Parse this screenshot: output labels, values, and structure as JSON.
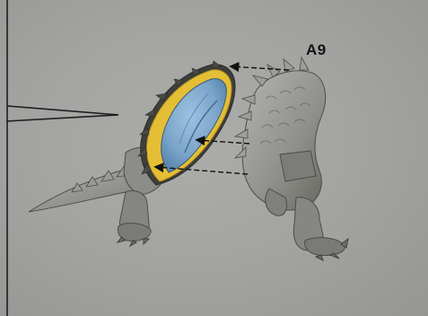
{
  "step": {
    "label": "A9"
  },
  "colors": {
    "background": "#a4a4a2",
    "panel_line": "#1e1e1e",
    "model_grey": "#8c8c88",
    "model_shadow": "#5a5a56",
    "inner_blue": "#7fa9cc",
    "rim_yellow": "#e7c23a",
    "arrow": "#111111"
  },
  "parts": [
    {
      "name": "tail-section",
      "color": "model_grey"
    },
    {
      "name": "back-armor-plate",
      "color": "inner_blue"
    },
    {
      "name": "dragon-torso",
      "color": "model_grey"
    }
  ],
  "arrows": [
    {
      "name": "assembly-arrow-top",
      "style": "dashed"
    },
    {
      "name": "assembly-arrow-middle",
      "style": "dashed"
    },
    {
      "name": "assembly-arrow-bottom",
      "style": "dashed"
    }
  ]
}
